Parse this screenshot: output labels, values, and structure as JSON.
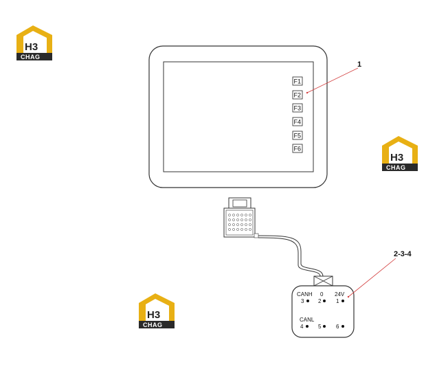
{
  "logos": [
    {
      "top": "H3",
      "bottom": "CHAG"
    },
    {
      "top": "H3",
      "bottom": "CHAG"
    },
    {
      "top": "H3",
      "bottom": "CHAG"
    }
  ],
  "callouts": {
    "display": "1",
    "connector": "2-3-4"
  },
  "function_keys": [
    "F1",
    "F2",
    "F3",
    "F4",
    "F5",
    "F6"
  ],
  "connector_pins": {
    "top_labels": [
      "CANH",
      "0",
      "24V"
    ],
    "top_numbers": [
      "3",
      "2",
      "1"
    ],
    "bottom_label": "CANL",
    "bottom_numbers": [
      "4",
      "5",
      "6"
    ]
  },
  "colors": {
    "logo_yellow": "#e8b014",
    "logo_dark": "#2a2a2a",
    "leader_red": "#d23c3c",
    "line": "#333333"
  }
}
